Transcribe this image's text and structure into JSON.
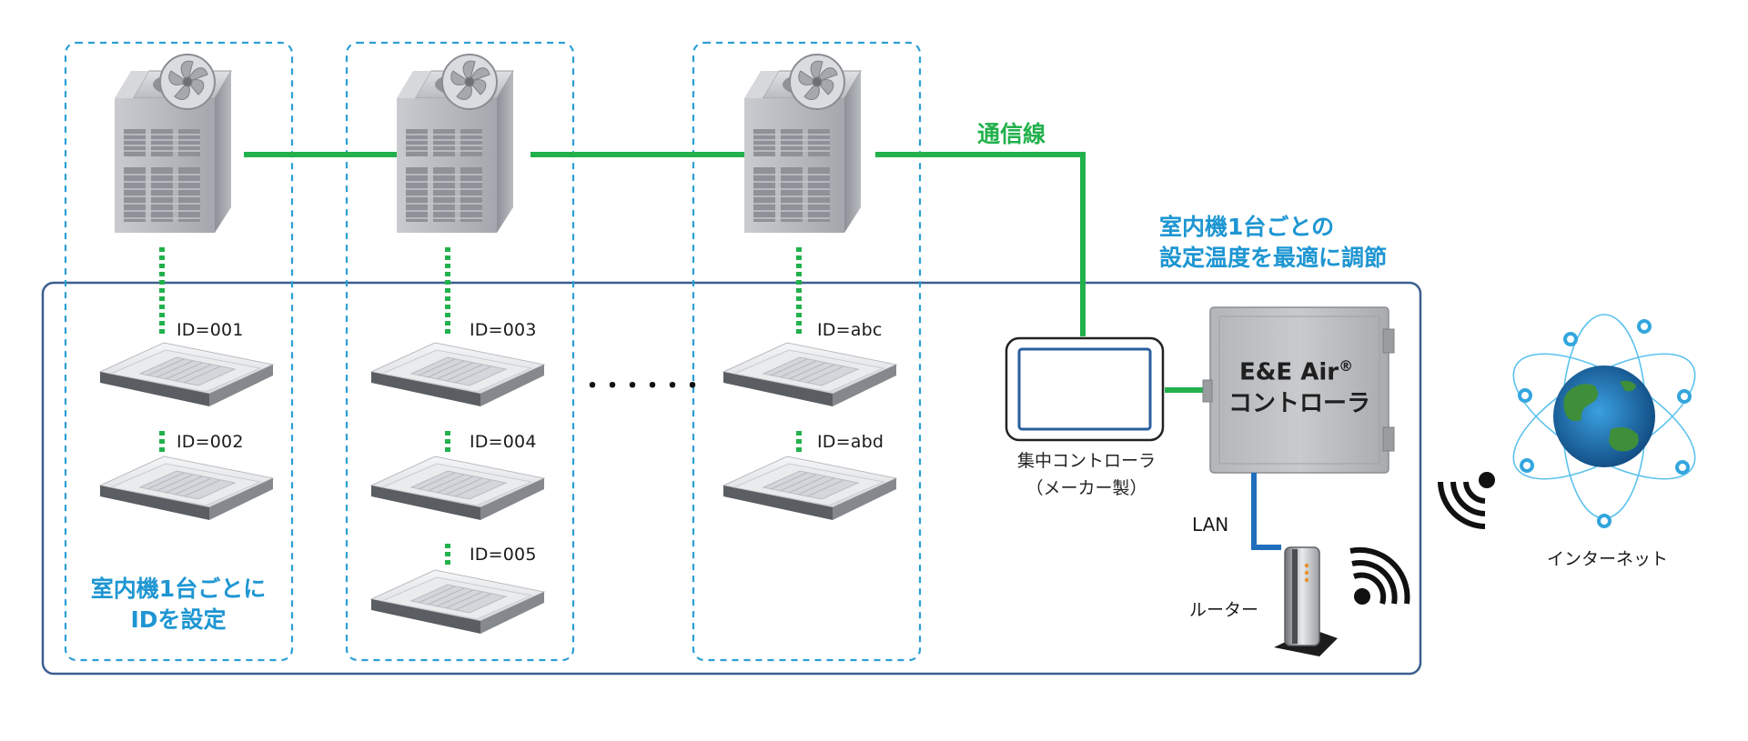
{
  "labels": {
    "comm_line": "通信線",
    "group_note": [
      "室内機1台ごとに",
      "IDを設定"
    ],
    "optimize_note": [
      "室内機1台ごとの",
      "設定温度を最適に調節"
    ],
    "controller_title": "E&E Air",
    "controller_mark": "®",
    "controller_sub": "コントローラ",
    "central_controller": [
      "集中コントローラ",
      "（メーカー製）"
    ],
    "lan": "LAN",
    "router": "ルーター",
    "internet": "インターネット",
    "ellipsis": "・・・・・・"
  },
  "indoor_ids": {
    "col1": [
      "ID=001",
      "ID=002"
    ],
    "col2": [
      "ID=003",
      "ID=004",
      "ID=005"
    ],
    "col3": [
      "ID=abc",
      "ID=abd"
    ]
  },
  "colors": {
    "group_box": "#2a9fd6",
    "system_box": "#3a5f8f",
    "comm_line": "#22b14c",
    "lan_line": "#1f6fbd",
    "label_blue": "#1e96d2"
  },
  "icons": [
    "outdoor-unit-icon",
    "indoor-cassette-icon",
    "router-icon",
    "wifi-icon",
    "globe-icon",
    "tablet-controller-icon",
    "controller-box-icon"
  ]
}
